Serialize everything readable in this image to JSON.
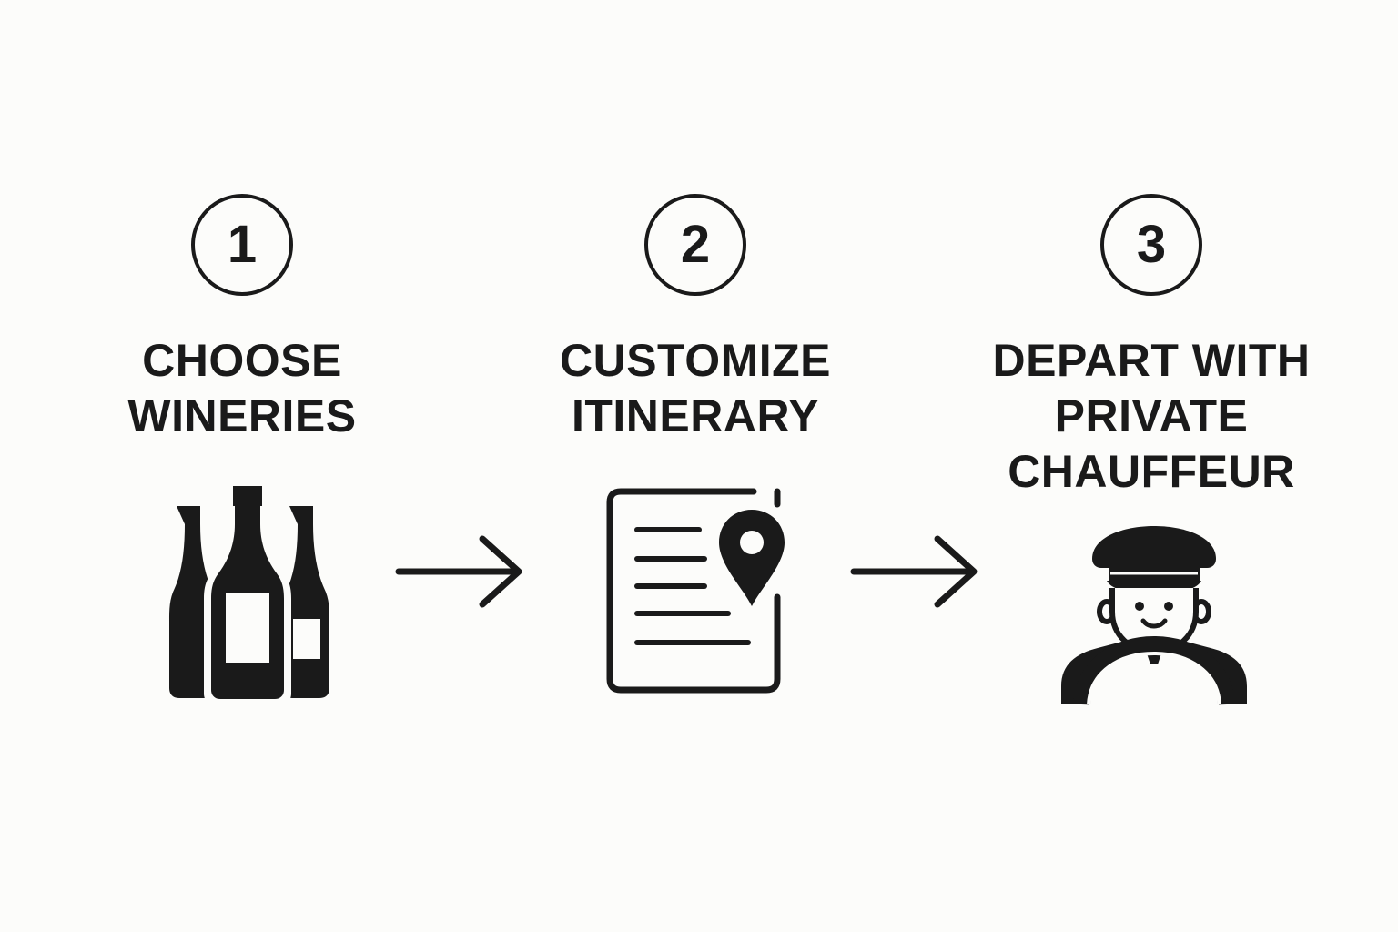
{
  "steps": [
    {
      "number": "1",
      "title_lines": [
        "CHOOSE",
        "WINERIES"
      ],
      "icon": "wine-bottles-icon"
    },
    {
      "number": "2",
      "title_lines": [
        "CUSTOMIZE",
        "ITINERARY"
      ],
      "icon": "itinerary-map-pin-icon"
    },
    {
      "number": "3",
      "title_lines": [
        "DEPART WITH",
        "PRIVATE",
        "CHAUFFEUR"
      ],
      "icon": "chauffeur-icon"
    }
  ],
  "connectors": [
    "arrow-right-icon",
    "arrow-right-icon"
  ],
  "colors": {
    "background": "#fcfcfa",
    "ink": "#1a1a1a"
  }
}
